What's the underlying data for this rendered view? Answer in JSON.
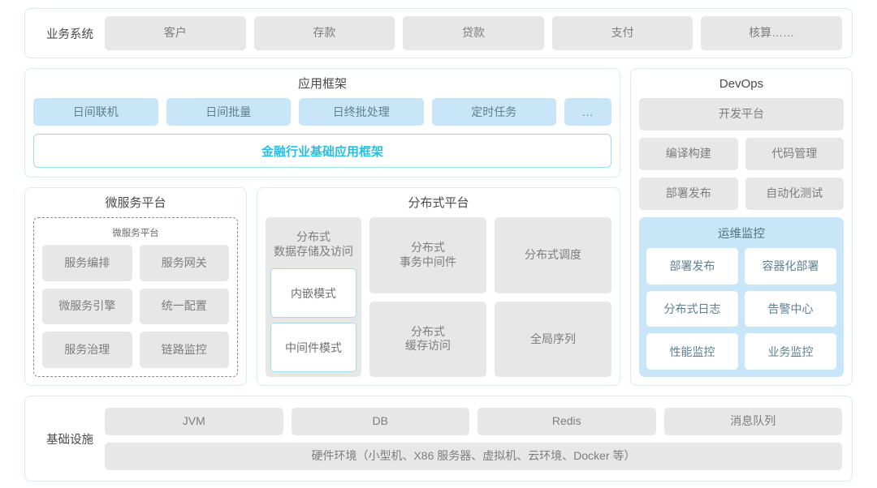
{
  "business_row": {
    "label": "业务系统",
    "items": [
      "客户",
      "存款",
      "贷款",
      "支付",
      "核算……"
    ]
  },
  "app_framework": {
    "title": "应用框架",
    "chips": [
      "日间联机",
      "日间批量",
      "日终批处理",
      "定时任务",
      "..."
    ],
    "framework_bar": "金融行业基础应用框架"
  },
  "microservice": {
    "title": "微服务平台",
    "inner_title": "微服务平台",
    "items": [
      "服务编排",
      "服务网关",
      "微服务引擎",
      "统一配置",
      "服务治理",
      "链路监控"
    ]
  },
  "distributed": {
    "title": "分布式平台",
    "storage_label": "分布式\n数据存储及访问",
    "storage_label_line1": "分布式",
    "storage_label_line2": "数据存储及访问",
    "storage_modes": [
      "内嵌模式",
      "中间件模式"
    ],
    "grid": [
      {
        "line1": "分布式",
        "line2": "事务中间件"
      },
      {
        "line1": "分布式调度",
        "line2": ""
      },
      {
        "line1": "分布式",
        "line2": "缓存访问"
      },
      {
        "line1": "全局序列",
        "line2": ""
      }
    ]
  },
  "devops": {
    "title": "DevOps",
    "platform": "开发平台",
    "items": [
      "编译构建",
      "代码管理",
      "部署发布",
      "自动化测试"
    ],
    "ops_monitor": {
      "title": "运维监控",
      "items": [
        "部署发布",
        "容器化部署",
        "分布式日志",
        "告警中心",
        "性能监控",
        "业务监控"
      ]
    }
  },
  "infrastructure": {
    "label": "基础设施",
    "items": [
      "JVM",
      "DB",
      "Redis",
      "消息队列"
    ],
    "hardware": "硬件环境（小型机、X86 服务器、虚拟机、云环境、Docker 等）"
  },
  "colors": {
    "panel_border": "#d9ecf2",
    "chip_gray": "#e7e7e7",
    "chip_blue": "#c8e6f7",
    "accent_cyan": "#27bfe0",
    "text": "#7d7d7d"
  }
}
